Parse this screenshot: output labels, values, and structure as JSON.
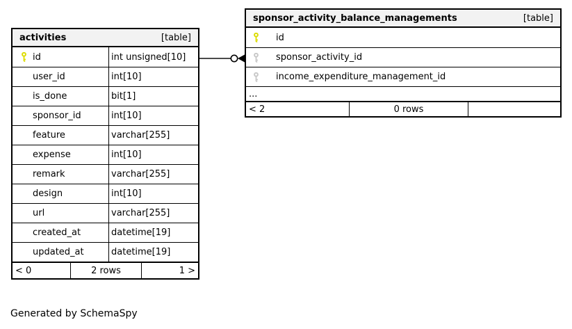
{
  "credit": "Generated by SchemaSpy",
  "colors": {
    "primary_key": "#dcdc00",
    "foreign_key": "#c8c8c8",
    "header_bg": "#f2f2f2",
    "edge_line": "#4a4a4a"
  },
  "relationship": {
    "from": "activities.id",
    "to": "sponsor_activity_balance_managements.sponsor_activity_id"
  },
  "tables": [
    {
      "name": "activities",
      "badge": "[table]",
      "columns": [
        {
          "name": "id",
          "type": "int unsigned[10]",
          "key": "primary"
        },
        {
          "name": "user_id",
          "type": "int[10]"
        },
        {
          "name": "is_done",
          "type": "bit[1]"
        },
        {
          "name": "sponsor_id",
          "type": "int[10]"
        },
        {
          "name": "feature",
          "type": "varchar[255]"
        },
        {
          "name": "expense",
          "type": "int[10]"
        },
        {
          "name": "remark",
          "type": "varchar[255]"
        },
        {
          "name": "design",
          "type": "int[10]"
        },
        {
          "name": "url",
          "type": "varchar[255]"
        },
        {
          "name": "created_at",
          "type": "datetime[19]"
        },
        {
          "name": "updated_at",
          "type": "datetime[19]"
        }
      ],
      "footer": {
        "left": "< 0",
        "center": "2 rows",
        "right": "1 >"
      }
    },
    {
      "name": "sponsor_activity_balance_managements",
      "badge": "[table]",
      "columns": [
        {
          "name": "id",
          "key": "primary"
        },
        {
          "name": "sponsor_activity_id",
          "key": "foreign"
        },
        {
          "name": "income_expenditure_management_id",
          "key": "foreign"
        }
      ],
      "ellipsis": "...",
      "footer": {
        "left": "< 2",
        "center": "0 rows",
        "right": ""
      }
    }
  ]
}
